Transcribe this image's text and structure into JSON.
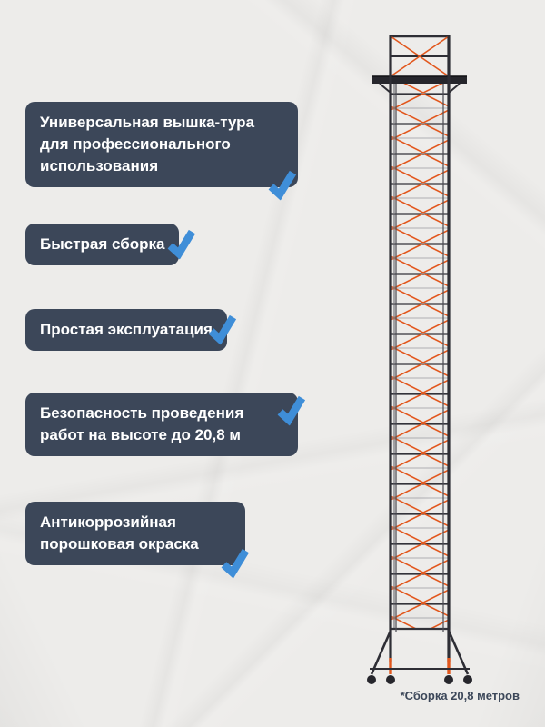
{
  "features": [
    {
      "label": "Универсальная вышка-тура для профессионального использования",
      "icon": "check-icon"
    },
    {
      "label": "Быстрая сборка",
      "icon": "check-icon"
    },
    {
      "label": "Простая эксплуатация",
      "icon": "check-icon"
    },
    {
      "label": "Безопасность проведения работ на высоте до 20,8 м",
      "icon": "check-icon"
    },
    {
      "label": "Антикоррозийная порошковая окраска",
      "icon": "check-icon"
    }
  ],
  "footnote": "*Сборка 20,8 метров",
  "colors": {
    "background": "#edecea",
    "badge_background": "#3c4759",
    "badge_text": "#ffffff",
    "check_blue": "#3f8ed8",
    "tower_frame": "#2e2e35",
    "tower_brace_orange": "#e2571d"
  }
}
